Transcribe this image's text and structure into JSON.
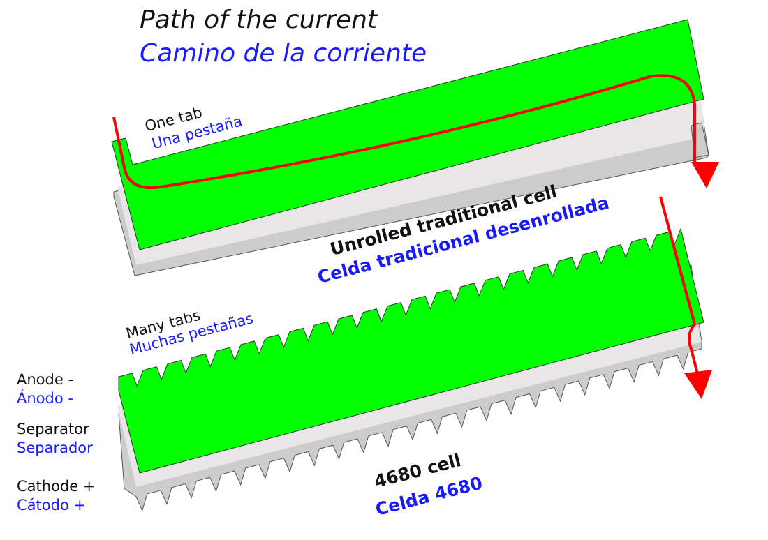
{
  "title": {
    "en": "Path of the current",
    "es": "Camino de la corriente"
  },
  "top_cell": {
    "tab_en": "One tab",
    "tab_es": "Una pestaña",
    "name_en": "Unrolled traditional cell",
    "name_es": "Celda tradicional desenrollada"
  },
  "bottom_cell": {
    "tab_en": "Many tabs",
    "tab_es": "Muchas pestañas",
    "name_en": "4680 cell",
    "name_es": "Celda 4680"
  },
  "legend": [
    {
      "en": "Anode -",
      "es": "Ánodo -"
    },
    {
      "en": "Separator",
      "es": "Separador"
    },
    {
      "en": "Cathode +",
      "es": "Cátodo +"
    }
  ],
  "colors": {
    "anode": "#00ff00",
    "separator": "#e8e6e6",
    "cathode": "#cccccc",
    "current": "#ff0000",
    "english": "#111111",
    "spanish": "#1a1aff"
  }
}
